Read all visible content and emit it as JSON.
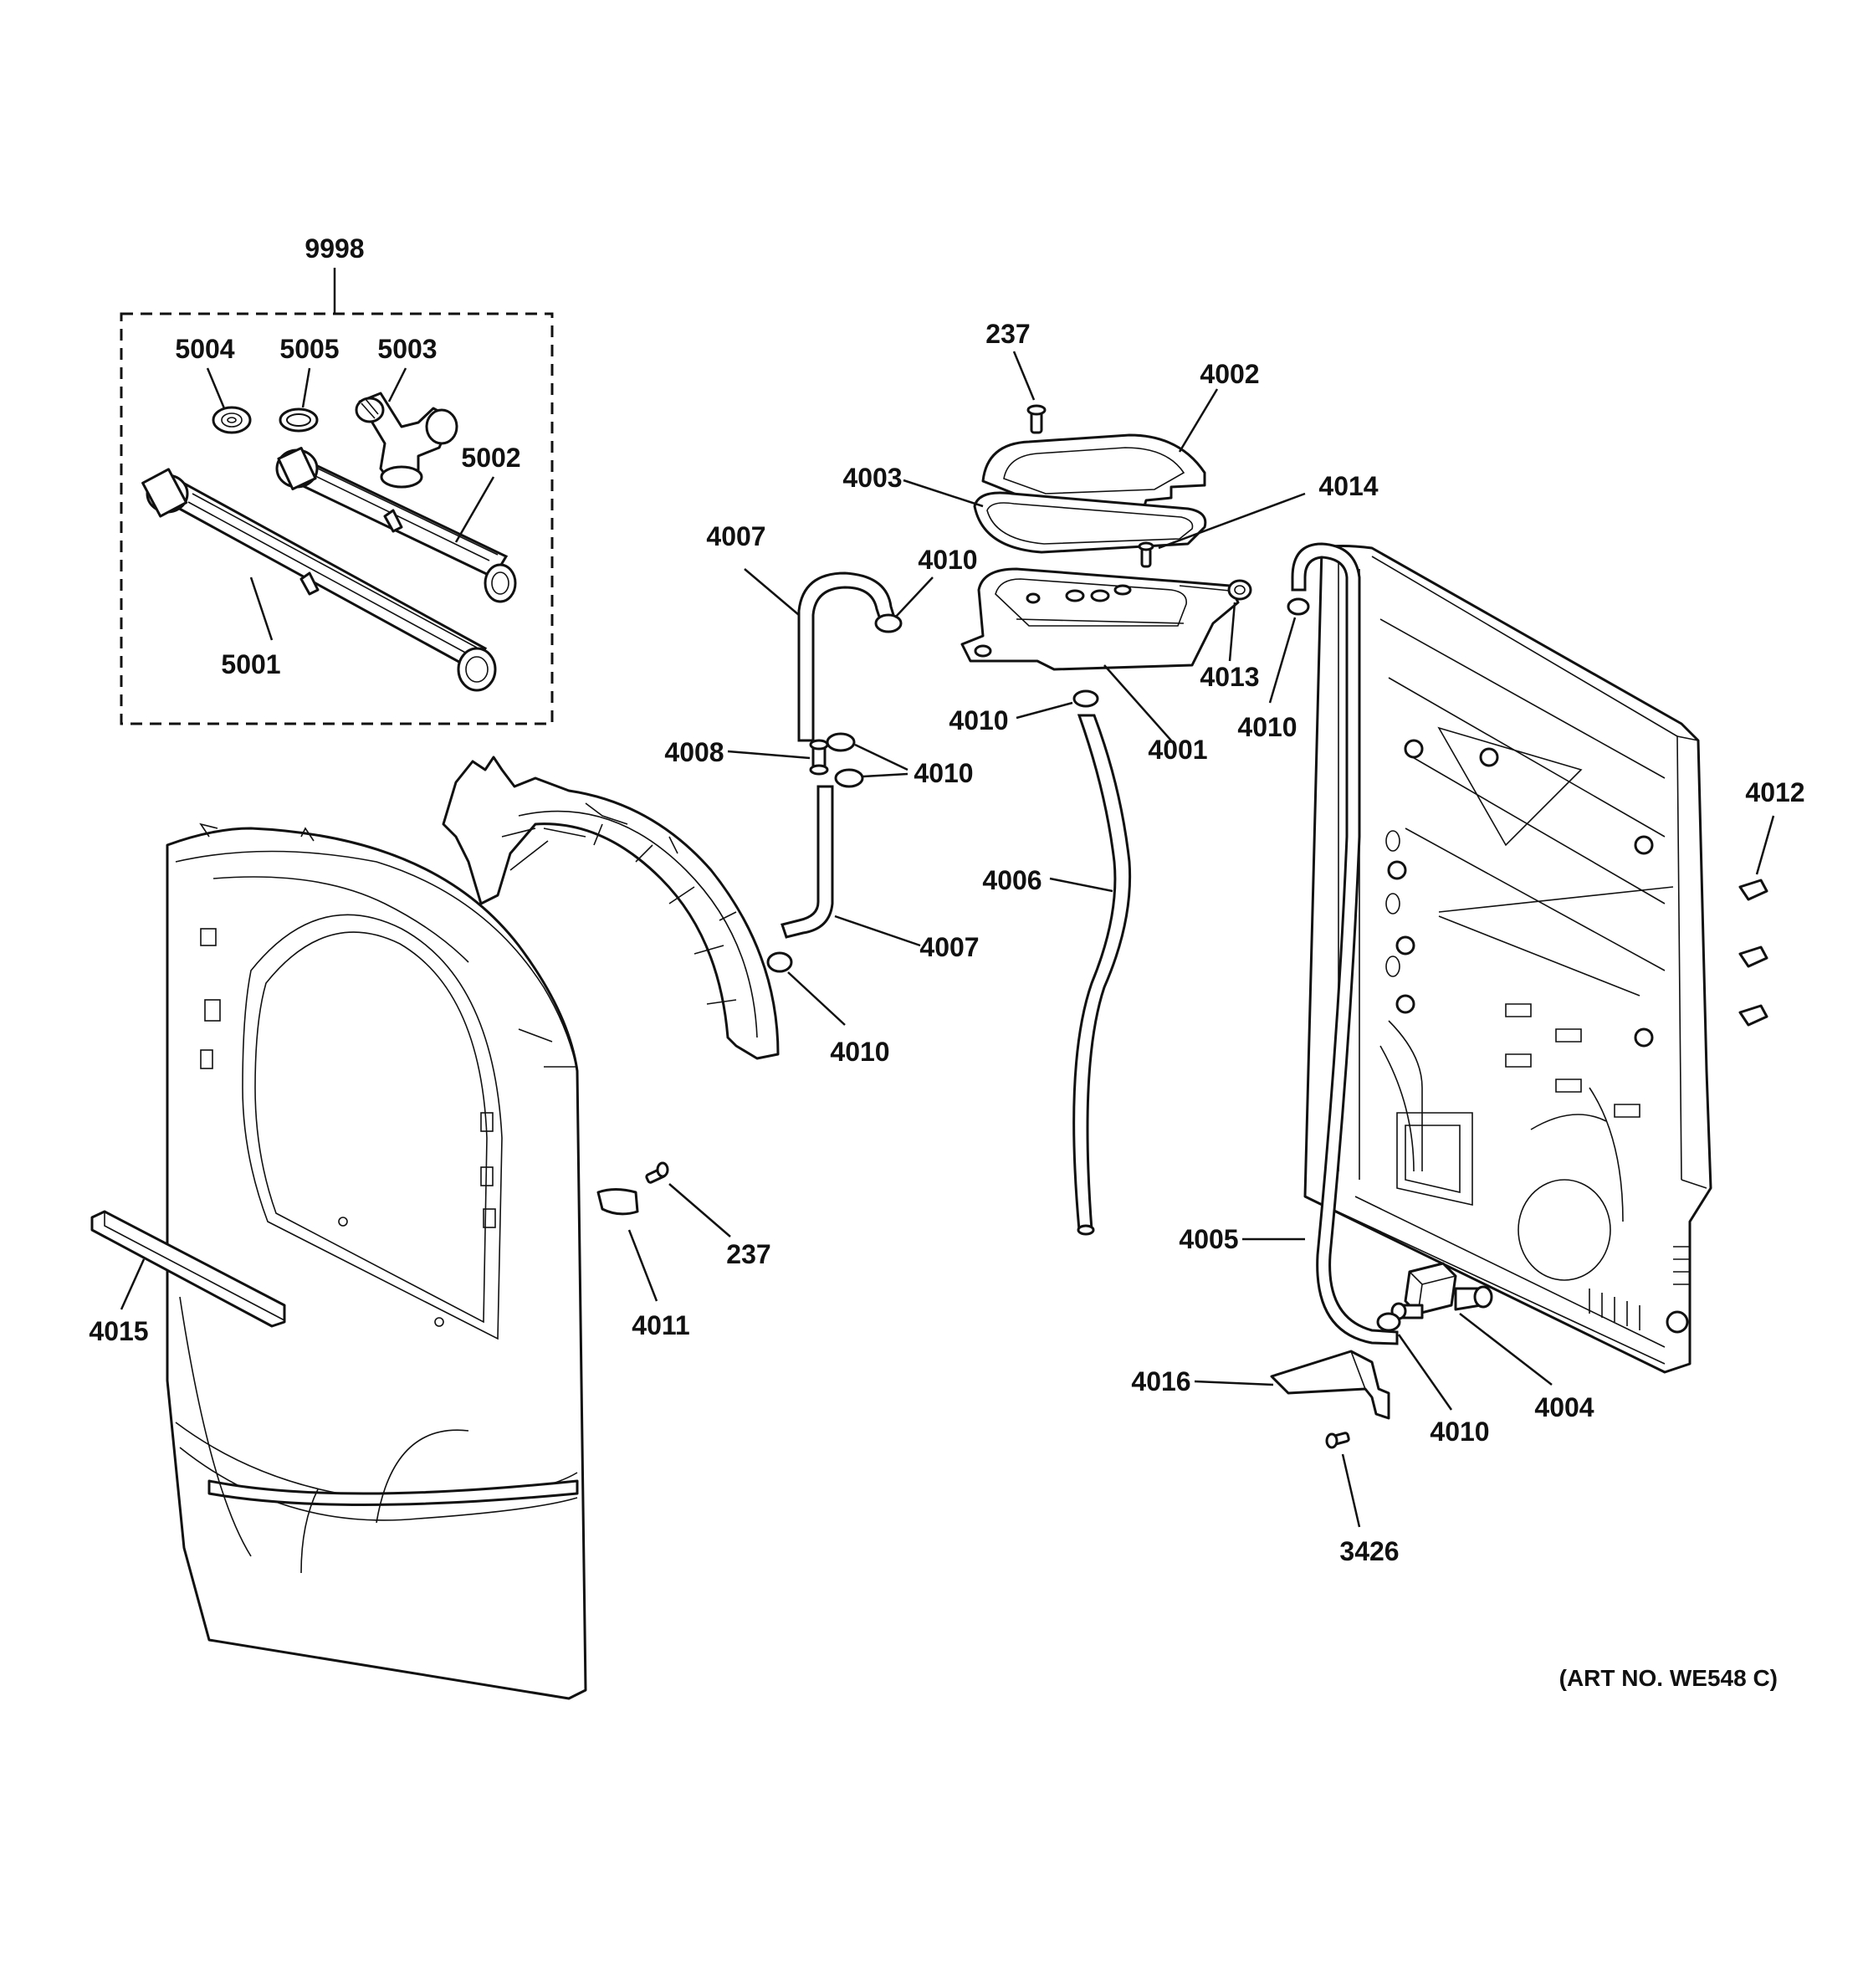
{
  "art_number": "(ART NO. WE548 C)",
  "kit": {
    "number": "9998",
    "parts": [
      "5004",
      "5005",
      "5003",
      "5002",
      "5001"
    ]
  },
  "callouts": [
    {
      "id": "c-9998",
      "text": "9998"
    },
    {
      "id": "c-5004",
      "text": "5004"
    },
    {
      "id": "c-5005",
      "text": "5005"
    },
    {
      "id": "c-5003",
      "text": "5003"
    },
    {
      "id": "c-5002",
      "text": "5002"
    },
    {
      "id": "c-5001",
      "text": "5001"
    },
    {
      "id": "c-237-top",
      "text": "237"
    },
    {
      "id": "c-4002",
      "text": "4002"
    },
    {
      "id": "c-4003",
      "text": "4003"
    },
    {
      "id": "c-4014",
      "text": "4014"
    },
    {
      "id": "c-4007-top",
      "text": "4007"
    },
    {
      "id": "c-4010-a",
      "text": "4010"
    },
    {
      "id": "c-4013",
      "text": "4013"
    },
    {
      "id": "c-4001",
      "text": "4001"
    },
    {
      "id": "c-4010-b",
      "text": "4010"
    },
    {
      "id": "c-4010-c",
      "text": "4010"
    },
    {
      "id": "c-4008",
      "text": "4008"
    },
    {
      "id": "c-4010-d",
      "text": "4010"
    },
    {
      "id": "c-4012",
      "text": "4012"
    },
    {
      "id": "c-4006",
      "text": "4006"
    },
    {
      "id": "c-4007-bottom",
      "text": "4007"
    },
    {
      "id": "c-4010-e",
      "text": "4010"
    },
    {
      "id": "c-237-bottom",
      "text": "237"
    },
    {
      "id": "c-4011",
      "text": "4011"
    },
    {
      "id": "c-4015",
      "text": "4015"
    },
    {
      "id": "c-4005",
      "text": "4005"
    },
    {
      "id": "c-4016",
      "text": "4016"
    },
    {
      "id": "c-4004",
      "text": "4004"
    },
    {
      "id": "c-4010-f",
      "text": "4010"
    },
    {
      "id": "c-3426",
      "text": "3426"
    }
  ]
}
